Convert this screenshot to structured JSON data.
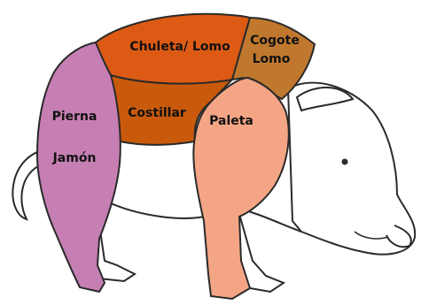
{
  "diagram": {
    "colors": {
      "chuleta_lomo": "#dd5a14",
      "cogote_lomo": "#c0782e",
      "costillar": "#c95a0c",
      "paleta": "#f4a585",
      "pierna_jamon": "#c67fb3",
      "outline": "#2a2a2a"
    },
    "labels": {
      "chuleta_lomo": "Chuleta/ Lomo",
      "cogote_line1": "Cogote",
      "cogote_line2": "Lomo",
      "costillar": "Costillar",
      "paleta": "Paleta",
      "pierna": "Pierna",
      "jamon": "Jamón"
    }
  }
}
